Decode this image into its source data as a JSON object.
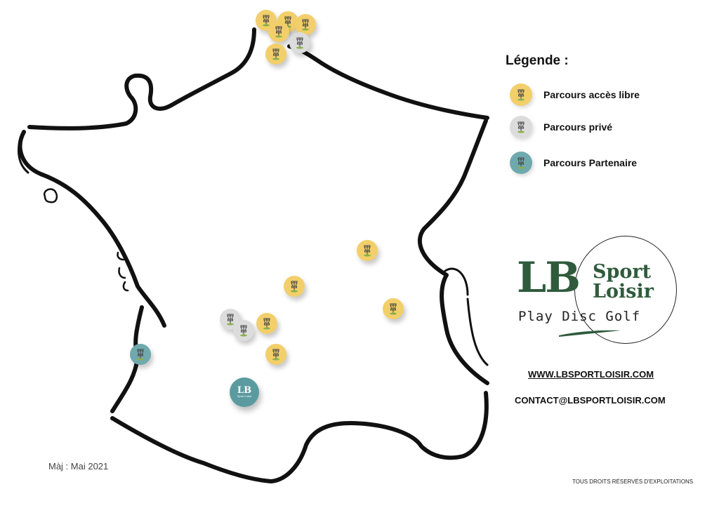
{
  "legend": {
    "title": "Légende :",
    "items": [
      {
        "label": "Parcours accès libre",
        "color": "#f2cf6a",
        "icon": "disc-golf-basket-icon"
      },
      {
        "label": "Parcours privé",
        "color": "#dcdcdc",
        "icon": "disc-golf-basket-icon"
      },
      {
        "label": "Parcours Partenaire",
        "color": "#6fa9ad",
        "icon": "disc-golf-basket-icon"
      }
    ]
  },
  "logo": {
    "lb": "LB",
    "sport": "Sport",
    "loisir": "Loisir",
    "tagline": "Play Disc Golf",
    "brand_color": "#2f5b3c"
  },
  "contact": {
    "website": "WWW.LBSPORTLOISIR.COM",
    "email": "CONTACT@LBSPORTLOISIR.COM"
  },
  "footer": {
    "updated": "Màj : Mai 2021",
    "rights": "TOUS DROITS RÉSERVÉS D'EXPLOITATIONS"
  },
  "map": {
    "markers": [
      {
        "type": "libre"
      },
      {
        "type": "libre"
      },
      {
        "type": "libre"
      },
      {
        "type": "libre"
      },
      {
        "type": "libre"
      },
      {
        "type": "prive"
      },
      {
        "type": "libre"
      },
      {
        "type": "libre"
      },
      {
        "type": "libre"
      },
      {
        "type": "libre"
      },
      {
        "type": "prive"
      },
      {
        "type": "prive"
      },
      {
        "type": "libre"
      },
      {
        "type": "libre"
      },
      {
        "type": "partenaire"
      }
    ],
    "partner_logo": {
      "lb": "LB",
      "sub": "Sport Loisir"
    }
  }
}
